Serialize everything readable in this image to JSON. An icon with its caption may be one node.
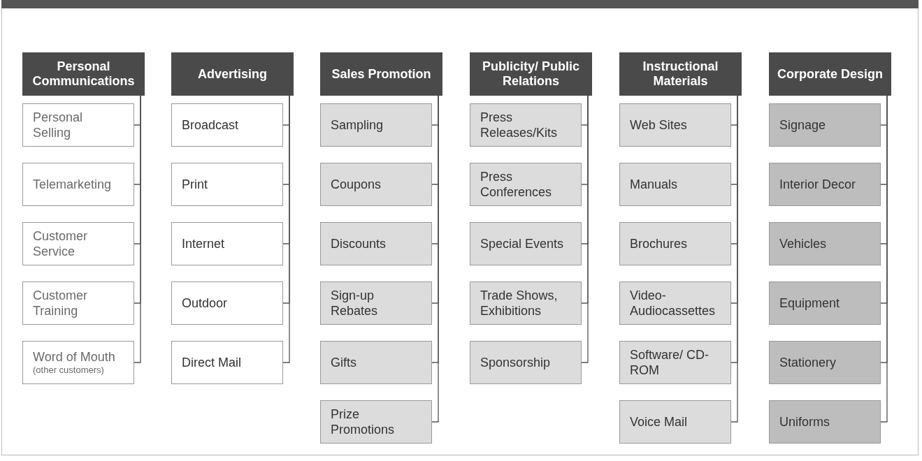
{
  "diagram": {
    "nodes": [
      {
        "text": [
          "Personal Communications"
        ]
      },
      {
        "text": [
          "Personal Selling"
        ]
      },
      {
        "text": [
          "Telemarketing"
        ]
      },
      {
        "text": [
          "Customer Service"
        ]
      },
      {
        "text": [
          "Customer Training"
        ]
      },
      {
        "text": [
          "Word of Mouth",
          "(other customers)"
        ]
      },
      {
        "text": [
          "Advertising"
        ]
      },
      {
        "text": [
          "Broadcast"
        ]
      },
      {
        "text": [
          "Print"
        ]
      },
      {
        "text": [
          "Internet"
        ]
      },
      {
        "text": [
          "Outdoor"
        ]
      },
      {
        "text": [
          "Direct Mail"
        ]
      },
      {
        "text": [
          "Sales Promotion"
        ]
      },
      {
        "text": [
          "Sampling"
        ]
      },
      {
        "text": [
          "Coupons"
        ]
      },
      {
        "text": [
          "Discounts"
        ]
      },
      {
        "text": [
          "Sign-up Rebates"
        ]
      },
      {
        "text": [
          "Gifts"
        ]
      },
      {
        "text": [
          "Prize Promotions"
        ]
      },
      {
        "text": [
          "Publicity/ Public Relations"
        ]
      },
      {
        "text": [
          "Press Releases/Kits"
        ]
      },
      {
        "text": [
          "Press Conferences"
        ]
      },
      {
        "text": [
          "Special Events"
        ]
      },
      {
        "text": [
          "Trade Shows, Exhibitions"
        ]
      },
      {
        "text": [
          "Sponsorship"
        ]
      },
      {
        "text": [
          "Instructional Materials"
        ]
      },
      {
        "text": [
          "Web Sites"
        ]
      },
      {
        "text": [
          "Manuals"
        ]
      },
      {
        "text": [
          "Brochures"
        ]
      },
      {
        "text": [
          "Video-Audiocassettes"
        ]
      },
      {
        "text": [
          "Software/ CD-ROM"
        ]
      },
      {
        "text": [
          "Voice Mail"
        ]
      },
      {
        "text": [
          "Corporate Design"
        ]
      },
      {
        "text": [
          "Signage"
        ]
      },
      {
        "text": [
          "Interior Decor"
        ]
      },
      {
        "text": [
          "Vehicles"
        ]
      },
      {
        "text": [
          "Equipment"
        ]
      },
      {
        "text": [
          "Stationery"
        ]
      },
      {
        "text": [
          "Uniforms"
        ]
      }
    ],
    "edges": [
      {
        "from": 0,
        "to": 1,
        "arrow": "none"
      },
      {
        "from": 0,
        "to": 2,
        "arrow": "none"
      },
      {
        "from": 0,
        "to": 3,
        "arrow": "none"
      },
      {
        "from": 0,
        "to": 4,
        "arrow": "none"
      },
      {
        "from": 0,
        "to": 5,
        "arrow": "none"
      },
      {
        "from": 6,
        "to": 7,
        "arrow": "none"
      },
      {
        "from": 6,
        "to": 8,
        "arrow": "none"
      },
      {
        "from": 6,
        "to": 9,
        "arrow": "none"
      },
      {
        "from": 6,
        "to": 10,
        "arrow": "none"
      },
      {
        "from": 6,
        "to": 11,
        "arrow": "none"
      },
      {
        "from": 12,
        "to": 13,
        "arrow": "none"
      },
      {
        "from": 12,
        "to": 14,
        "arrow": "none"
      },
      {
        "from": 12,
        "to": 15,
        "arrow": "none"
      },
      {
        "from": 12,
        "to": 16,
        "arrow": "none"
      },
      {
        "from": 12,
        "to": 17,
        "arrow": "none"
      },
      {
        "from": 12,
        "to": 18,
        "arrow": "none"
      },
      {
        "from": 19,
        "to": 20,
        "arrow": "none"
      },
      {
        "from": 19,
        "to": 21,
        "arrow": "none"
      },
      {
        "from": 19,
        "to": 22,
        "arrow": "none"
      },
      {
        "from": 19,
        "to": 23,
        "arrow": "none"
      },
      {
        "from": 19,
        "to": 24,
        "arrow": "none"
      },
      {
        "from": 25,
        "to": 26,
        "arrow": "none"
      },
      {
        "from": 25,
        "to": 27,
        "arrow": "none"
      },
      {
        "from": 25,
        "to": 28,
        "arrow": "none"
      },
      {
        "from": 25,
        "to": 29,
        "arrow": "none"
      },
      {
        "from": 25,
        "to": 30,
        "arrow": "none"
      },
      {
        "from": 25,
        "to": 31,
        "arrow": "none"
      },
      {
        "from": 32,
        "to": 33,
        "arrow": "none"
      },
      {
        "from": 32,
        "to": 34,
        "arrow": "none"
      },
      {
        "from": 32,
        "to": 35,
        "arrow": "none"
      },
      {
        "from": 32,
        "to": 36,
        "arrow": "none"
      },
      {
        "from": 32,
        "to": 37,
        "arrow": "none"
      },
      {
        "from": 32,
        "to": 38,
        "arrow": "none"
      }
    ]
  }
}
